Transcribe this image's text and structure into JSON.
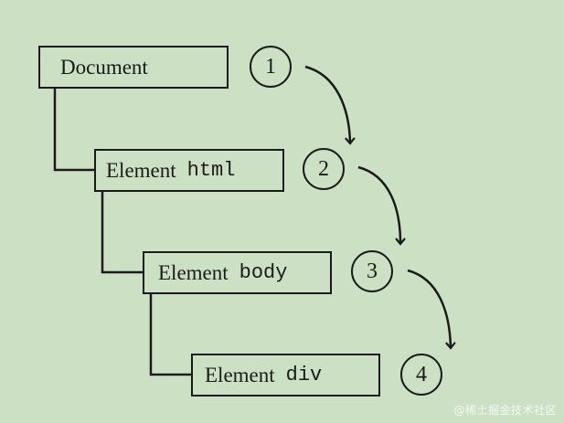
{
  "nodes": [
    {
      "type_label": "Document",
      "tag": ""
    },
    {
      "type_label": "Element",
      "tag": "html"
    },
    {
      "type_label": "Element",
      "tag": "body"
    },
    {
      "type_label": "Element",
      "tag": "div"
    }
  ],
  "steps": [
    "1",
    "2",
    "3",
    "4"
  ],
  "watermark": "@稀土掘金技术社区",
  "colors": {
    "background": "#cce0c4",
    "stroke": "#1a1a1a",
    "watermark": "#f4f8f2"
  }
}
